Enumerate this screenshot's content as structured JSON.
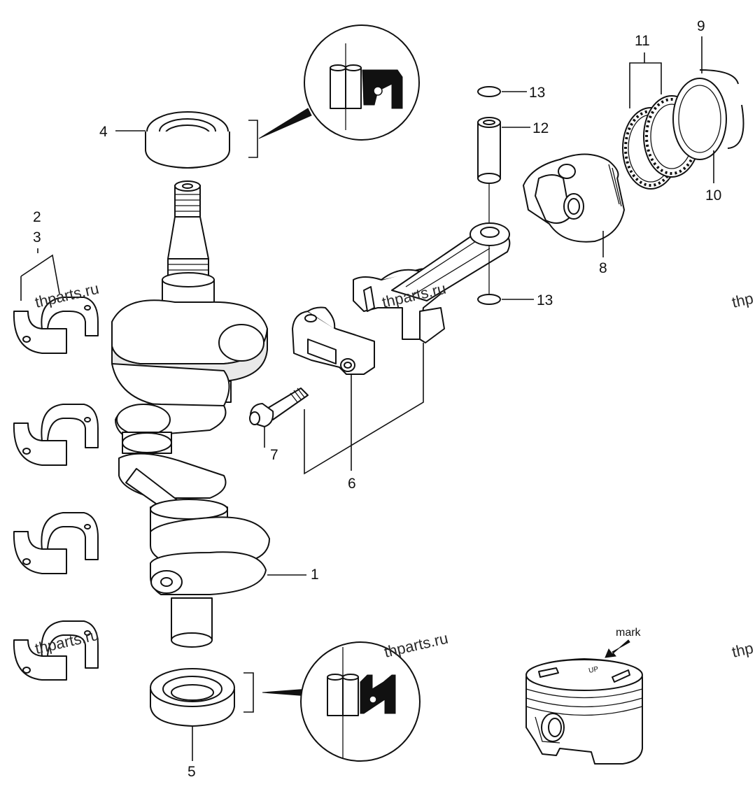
{
  "callouts": {
    "c1": "1",
    "c2": "2",
    "c3": "3",
    "c4": "4",
    "c5": "5",
    "c6": "6",
    "c7": "7",
    "c8": "8",
    "c9": "9",
    "c10": "10",
    "c11": "11",
    "c12": "12",
    "c13a": "13",
    "c13b": "13"
  },
  "mark_label": "mark",
  "piston_top_text": "UP",
  "watermarks": [
    "thparts.ru",
    "thparts.ru",
    "thparts.ru",
    "thparts.ru",
    "thp",
    "thp"
  ]
}
